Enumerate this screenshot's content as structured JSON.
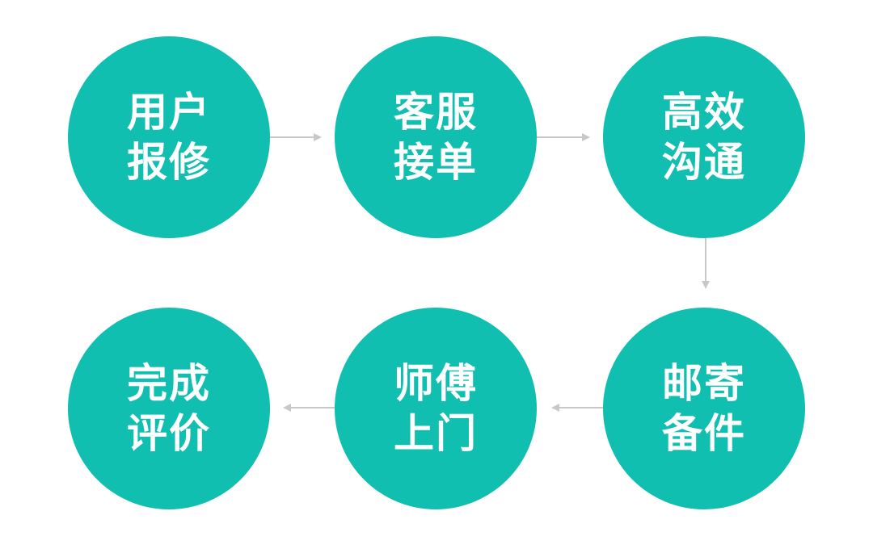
{
  "colors": {
    "node_fill": "#10BFB0",
    "node_text": "#FFFFFF",
    "arrow": "#C8C8C8"
  },
  "flow": {
    "steps": [
      {
        "line1": "用户",
        "line2": "报修"
      },
      {
        "line1": "客服",
        "line2": "接单"
      },
      {
        "line1": "高效",
        "line2": "沟通"
      },
      {
        "line1": "邮寄",
        "line2": "备件"
      },
      {
        "line1": "师傅",
        "line2": "上门"
      },
      {
        "line1": "完成",
        "line2": "评价"
      }
    ]
  }
}
